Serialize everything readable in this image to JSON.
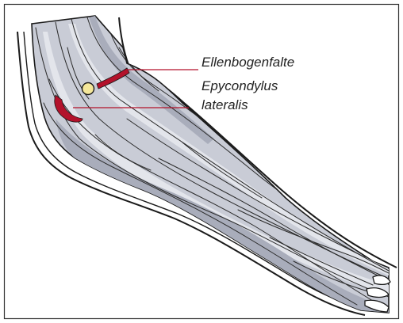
{
  "figure": {
    "labels": {
      "crease": "Ellenbogenfalte",
      "epicondyle_line1": "Epycondylus",
      "epicondyle_line2": "lateralis"
    },
    "colors": {
      "outline": "#1a1a1a",
      "muscle_fill": "#c9ccd6",
      "muscle_light": "#e3e5eb",
      "muscle_dark": "#a9adbb",
      "accent_red": "#b3122b",
      "acupoint_fill": "#f4e79a",
      "border": "#333333"
    }
  }
}
